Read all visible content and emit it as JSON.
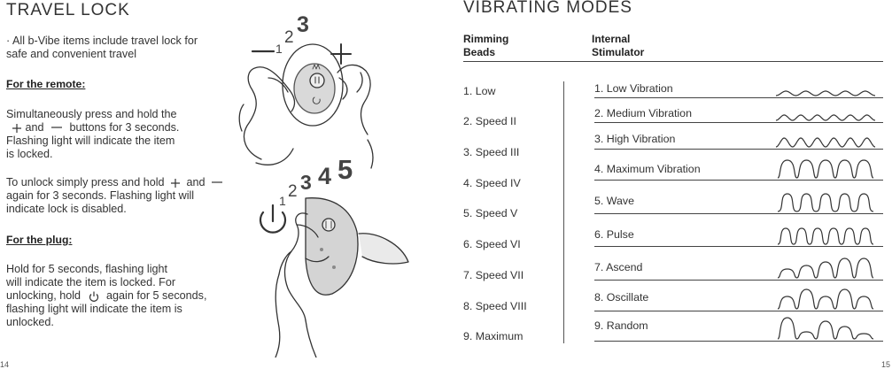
{
  "left": {
    "title": "TRAVEL LOCK",
    "intro_line1": "· All b-Vibe items include travel lock for",
    "intro_line2": "safe and convenient travel",
    "remote_heading": "For the remote:",
    "remote_line1": "Simultaneously press and hold the",
    "remote_and": "and",
    "remote_line2_end": "buttons for 3 seconds.",
    "remote_line3": "Flashing light will indicate the item",
    "remote_line4": "is locked.",
    "unlock_line1_start": "To unlock simply press and hold",
    "unlock_and": "and",
    "unlock_line2": "again for 3 seconds. Flashing light will",
    "unlock_line3": "indicate lock is disabled.",
    "plug_heading": "For the plug:",
    "plug_line1": "Hold for 5 seconds, flashing light",
    "plug_line2": "will indicate the item is locked. For",
    "plug_line3_start": "unlocking, hold",
    "plug_line3_end": "again for 5 seconds,",
    "plug_line4": "flashing light will indicate the item is",
    "plug_line5": "unlocked.",
    "illustration_top_numbers": [
      "1",
      "2",
      "3"
    ],
    "illustration_bottom_numbers": [
      "1",
      "2",
      "3",
      "4",
      "5"
    ],
    "page_number": "14"
  },
  "right": {
    "title": "VIBRATING MODES",
    "col1_heading_line1": "Rimming",
    "col1_heading_line2": "Beads",
    "col2_heading_line1": "Internal",
    "col2_heading_line2": "Stimulator",
    "speeds": [
      "1. Low",
      "2. Speed II",
      "3. Speed III",
      "4. Speed IV",
      "5. Speed V",
      "6. Speed VI",
      "7. Speed VII",
      "8. Speed VIII",
      "9. Maximum"
    ],
    "modes": [
      "1. Low Vibration",
      "2. Medium Vibration",
      "3.  High Vibration",
      "4. Maximum Vibration",
      "5. Wave",
      "6. Pulse",
      "7. Ascend",
      "8. Oscillate",
      "9. Random"
    ],
    "page_number": "15"
  }
}
